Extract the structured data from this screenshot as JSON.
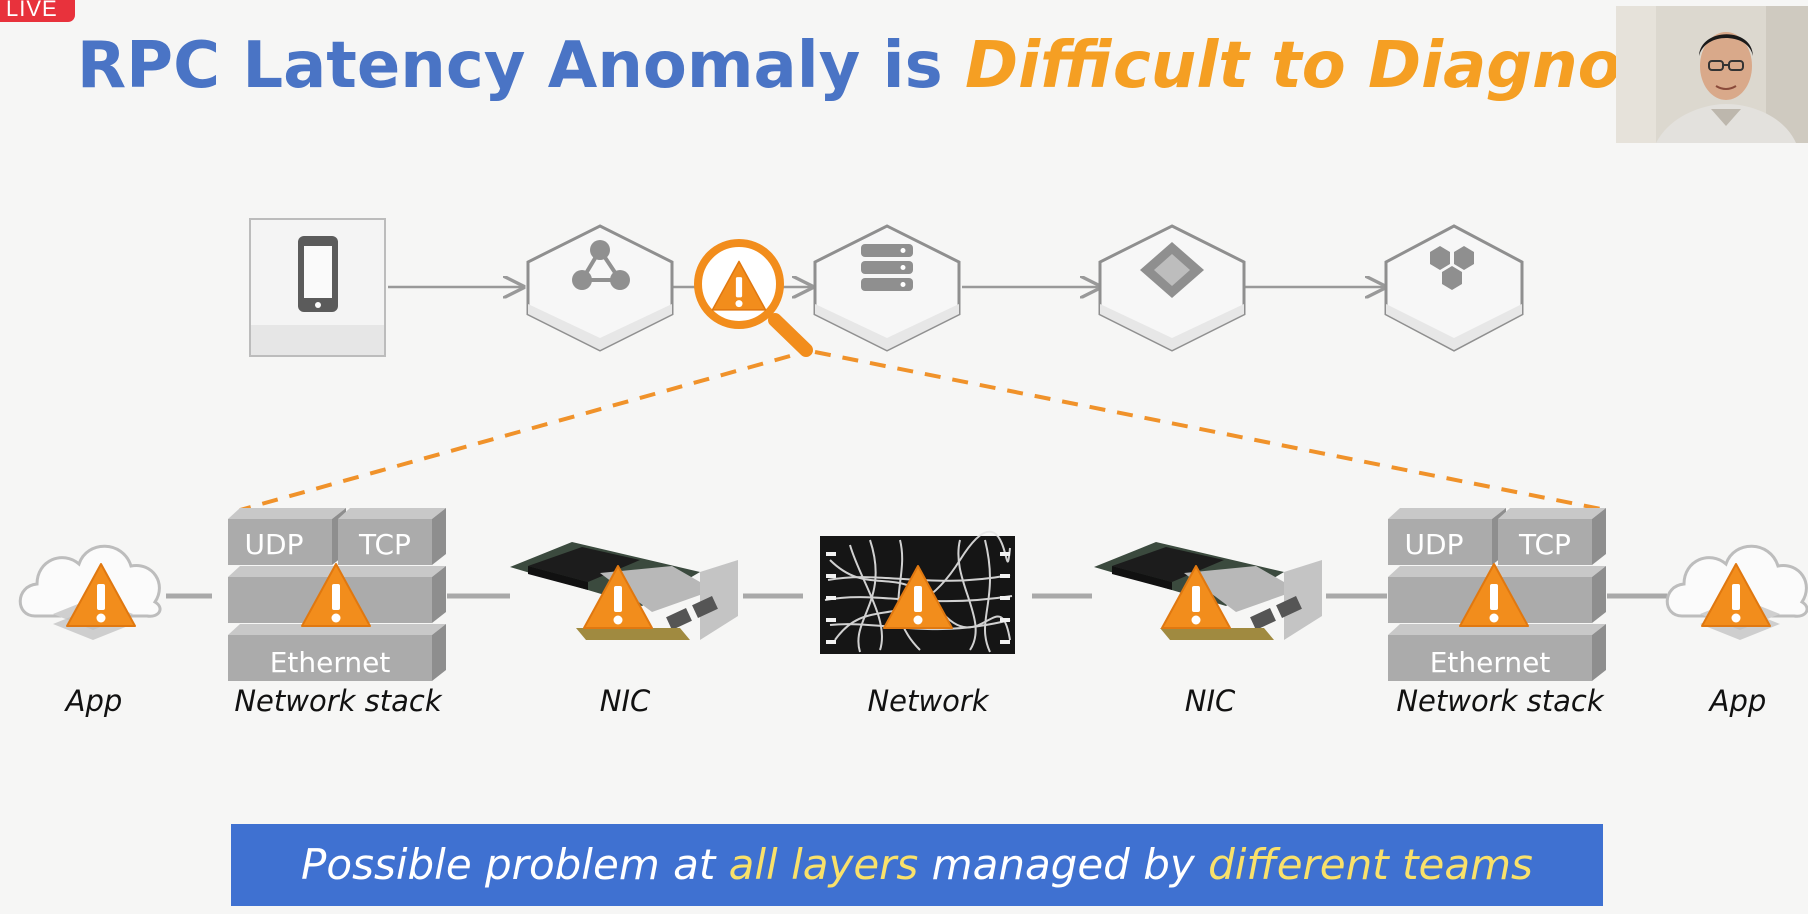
{
  "live_badge": "LIVE",
  "title": {
    "part1": "RPC Latency Anomaly is ",
    "part2": "Difficult to Diagnose"
  },
  "layers": [
    {
      "label": "App"
    },
    {
      "label": "Network stack",
      "blocks": [
        "UDP",
        "TCP",
        "Ethernet"
      ]
    },
    {
      "label": "NIC"
    },
    {
      "label": "Network"
    },
    {
      "label": "NIC"
    },
    {
      "label": "Network stack",
      "blocks": [
        "UDP",
        "TCP",
        "Ethernet"
      ]
    },
    {
      "label": "App"
    }
  ],
  "banner": {
    "text1": "Possible problem at ",
    "highlight1": "all layers",
    "text2": " managed by ",
    "highlight2": "different teams"
  },
  "colors": {
    "title_blue": "#4a74c5",
    "title_orange": "#f59f23",
    "banner_bg": "#3f71d1",
    "banner_highlight": "#f9e16a",
    "warning": "#f28d1c",
    "live_red": "#e8323c"
  },
  "icons": [
    "phone-icon",
    "graph-node-icon",
    "magnifier-warning-icon",
    "server-icon",
    "diamond-icon",
    "cluster-icon",
    "cloud-icon",
    "warning-icon",
    "nic-card-icon",
    "network-cables-icon"
  ]
}
